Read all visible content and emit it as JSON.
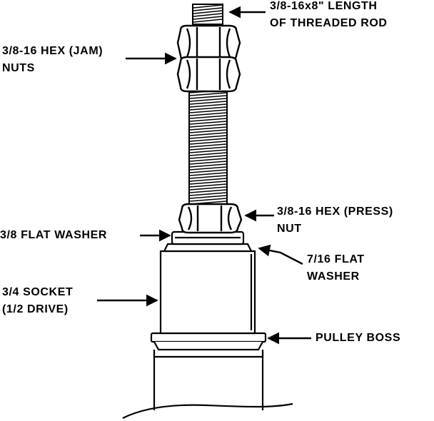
{
  "diagram": {
    "labels": {
      "threaded_rod": [
        "3/8-16x8\" LENGTH",
        "OF THREADED ROD"
      ],
      "jam_nuts": [
        "3/8-16 HEX (JAM)",
        "NUTS"
      ],
      "press_nut": [
        "3/8-16 HEX (PRESS)",
        "NUT"
      ],
      "flat_washer_38": [
        "3/8 FLAT WASHER"
      ],
      "flat_washer_716": [
        "7/16 FLAT",
        "WASHER"
      ],
      "socket": [
        "3/4 SOCKET",
        "(1/2 DRIVE)"
      ],
      "pulley_boss": [
        "PULLEY BOSS"
      ]
    },
    "colors": {
      "ink": "#000000",
      "paper": "#ffffff"
    }
  }
}
